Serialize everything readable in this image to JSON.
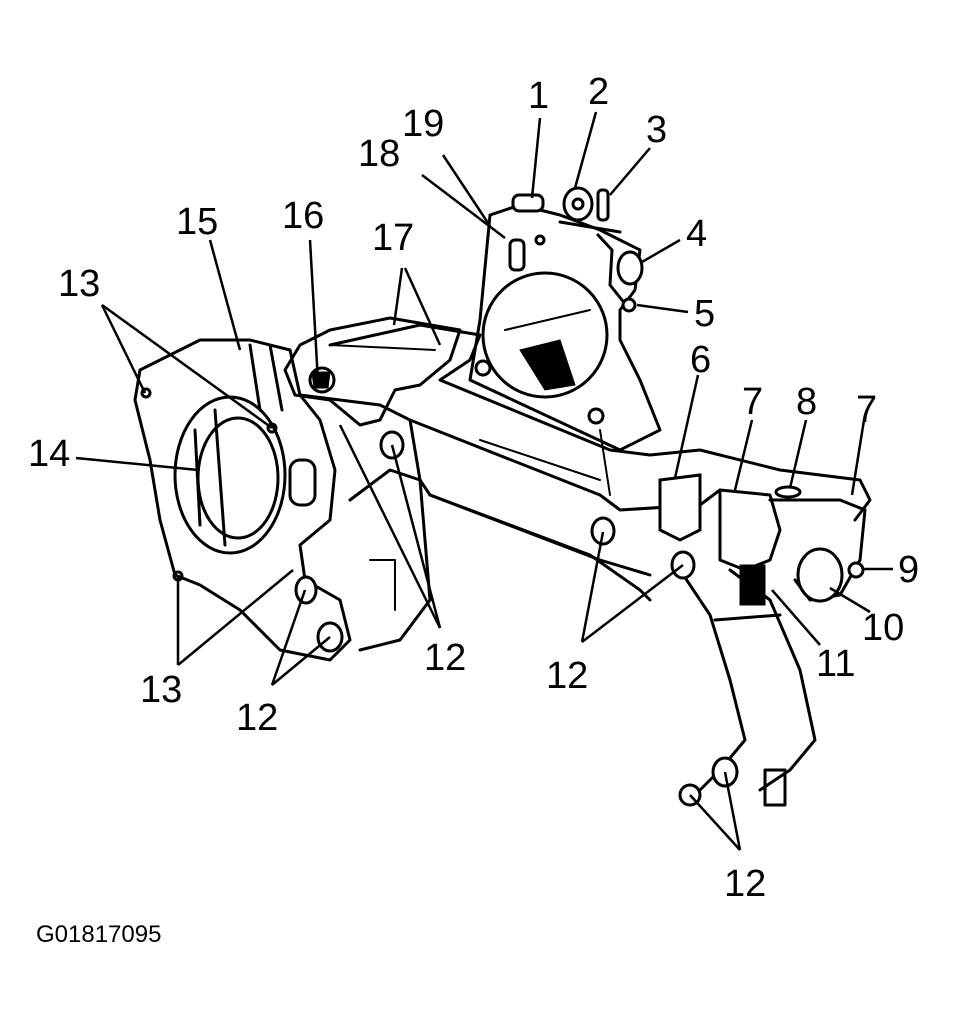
{
  "figure_id": "G01817095",
  "callouts": {
    "c1": "1",
    "c2": "2",
    "c3": "3",
    "c4": "4",
    "c5": "5",
    "c6": "6",
    "c7a": "7",
    "c7b": "7",
    "c8": "8",
    "c9": "9",
    "c10": "10",
    "c11": "11",
    "c12a": "12",
    "c12b": "12",
    "c12c": "12",
    "c12d": "12",
    "c13a": "13",
    "c13b": "13",
    "c14": "14",
    "c15": "15",
    "c16": "16",
    "c17": "17",
    "c18": "18",
    "c19": "19"
  },
  "colors": {
    "ink": "#000000",
    "paper": "#ffffff"
  }
}
